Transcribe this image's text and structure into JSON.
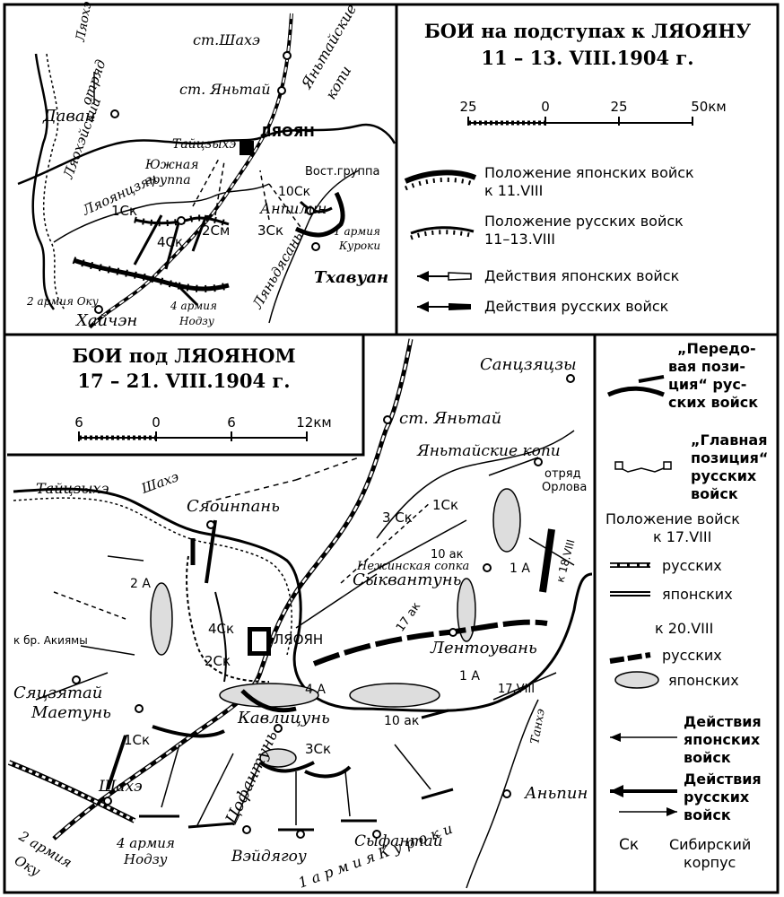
{
  "top_map": {
    "title_line1": "БОИ на подступах к ЛЯОЯНУ",
    "title_line2": "11 – 13. VIII.1904 г.",
    "scale_labels": [
      "25",
      "0",
      "25",
      "50км"
    ],
    "legend": [
      "Положение японских войск",
      "к 11.VIII",
      "Положение русских войск",
      "11–13.VIII",
      "Действия японских войск",
      "Действия русских войск"
    ],
    "labels": {
      "lyaohe": "Ляохэ",
      "st_shahe": "ст.Шахэ",
      "st_yantai": "ст. Яньтай",
      "yantai_mines1": "Яньтайские",
      "yantai_mines2": "копи",
      "davan": "Даван",
      "lyaoyan": "ЛЯОЯН",
      "taitszyhe": "Тайцзыхэ",
      "south_group1": "Южная",
      "south_group2": "группа",
      "east_group": "Вост.группа",
      "sk10": "10Ск",
      "sk1": "1Ск",
      "sk4": "4Ск",
      "sm2": "2См",
      "sk3": "3Ск",
      "anpilin": "Анпилин",
      "army1": "1 армия",
      "kuroki": "Куроки",
      "lyaohe_group1": "Ляохэйский",
      "lyaohe_group2": "отряд",
      "lyaoyanszyan": "Ляоянцзян",
      "lyandyasan": "Ляньдясань",
      "tkhavuan": "Тхавуан",
      "army2_oku": "2 армия Оку",
      "haichen": "Хайчэн",
      "army4": "4 армия",
      "nodzu": "Нодзу"
    }
  },
  "bottom_map": {
    "title_line1": "БОИ под ЛЯОЯНОМ",
    "title_line2": "17 – 21. VIII.1904 г.",
    "scale_labels": [
      "6",
      "0",
      "6",
      "12км"
    ],
    "labels": {
      "sanszyatszy": "Санцзяцзы",
      "st_yantai": "ст. Яньтай",
      "yantai_mines": "Яньтайские копи",
      "orlov1": "отряд",
      "orlov2": "Орлова",
      "taitszyhe": "Тайцзыхэ",
      "shahe": "Шахэ",
      "syaoinpan": "Сяоинпань",
      "sk3": "3 Ск",
      "sk1_top": "1Ск",
      "ak10": "10 ак",
      "nezhinsk": "Нежинская сопка",
      "sykvantun": "Сыквантунь",
      "a1": "1 А",
      "to18": "к 18.VIII",
      "a2": "2 А",
      "akiyama": "к бр. Акиямы",
      "sk4": "4Ск",
      "lyaoyan": "ЛЯОЯН",
      "ak17": "17 ак",
      "lentouvan": "Лентоувань",
      "sk2": "2Ск",
      "a1b": "1 А",
      "syatszyatai": "Сяцзятай",
      "a4": "4 А",
      "d17": "17.VIII",
      "matun": "Маетунь",
      "kavlitsun": "Кавлицунь",
      "ak10b": "10 ак",
      "sk1": "1Ск",
      "sk3b": "3Ск",
      "tanhe": "Танхэ",
      "shahe2": "Шахэ",
      "tsofantun": "Цофантунь",
      "anpin": "Аньпин",
      "army2": "2 армия",
      "oku": "Оку",
      "army4": "4 армия",
      "nodzu": "Нодзу",
      "veidyagou": "Вэйдягоу",
      "syfantai": "Сыфантай",
      "army1_kuroki": "1 а р м и я     К у р о к и"
    },
    "legend": {
      "fwd1": "„Передо-",
      "fwd2": "вая пози-",
      "fwd3": "ция“ рус-",
      "fwd4": "ских войск",
      "main1": "„Главная",
      "main2": "позиция“",
      "main3": "русских",
      "main4": "войск",
      "pos1": "Положение войск",
      "pos2": "к 17.VIII",
      "rus": "русских",
      "jap": "японских",
      "to20": "к 20.VIII",
      "rus2": "русских",
      "jap2": "японских",
      "jact1": "Действия",
      "jact2": "японских",
      "jact3": "войск",
      "ract1": "Действия",
      "ract2": "русских",
      "ract3": "войск",
      "sk_abbr": "Ск",
      "sk_def1": "Сибирский",
      "sk_def2": "корпус"
    }
  }
}
